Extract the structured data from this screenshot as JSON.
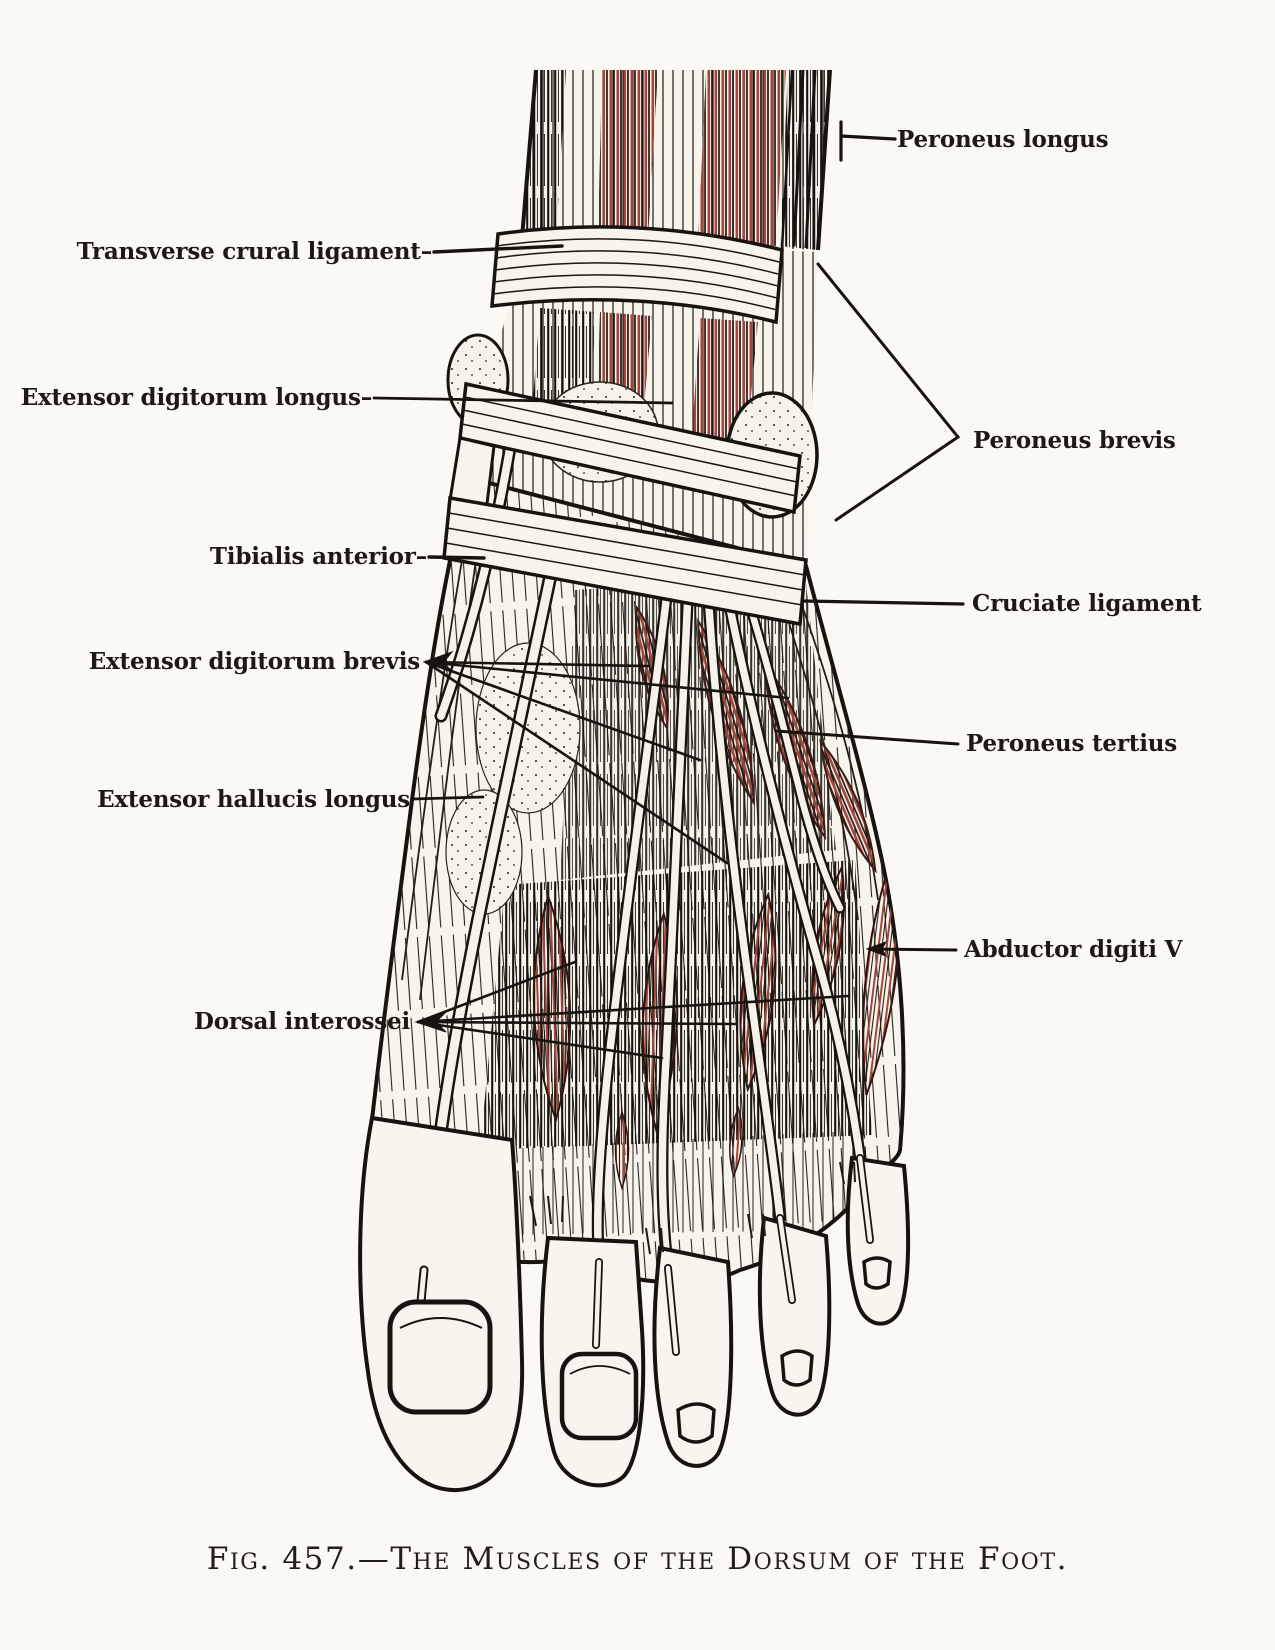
{
  "figure": {
    "caption": "Fig. 457.—The Muscles of the Dorsum of the Foot.",
    "illustration_alt": "Engraved anatomical plate of the dorsum of the foot showing extensor tendons, retinacula and red-shaded muscles"
  },
  "annotations": {
    "left": [
      {
        "id": "transverse-crural-ligament",
        "text": "Transverse crural ligament–"
      },
      {
        "id": "extensor-digitorum-longus",
        "text": "Extensor digitorum longus–"
      },
      {
        "id": "tibialis-anterior",
        "text": "Tibialis anterior–"
      },
      {
        "id": "extensor-digitorum-brevis",
        "text": "Extensor digitorum brevis"
      },
      {
        "id": "extensor-hallucis-longus",
        "text": "Extensor hallucis longus"
      },
      {
        "id": "dorsal-interossei",
        "text": "Dorsal interossei"
      }
    ],
    "right": [
      {
        "id": "peroneus-longus",
        "text": "Peroneus longus"
      },
      {
        "id": "peroneus-brevis",
        "text": "Peroneus brevis"
      },
      {
        "id": "cruciate-ligament",
        "text": "Cruciate ligament"
      },
      {
        "id": "peroneus-tertius",
        "text": "Peroneus tertius"
      },
      {
        "id": "abductor-digiti-v",
        "text": "Abductor digiti V"
      }
    ]
  },
  "colors": {
    "ink": "#17130f",
    "muscle_red": "#a4453c",
    "paper": "#fbf9f4",
    "bone": "#f6f3eb"
  }
}
